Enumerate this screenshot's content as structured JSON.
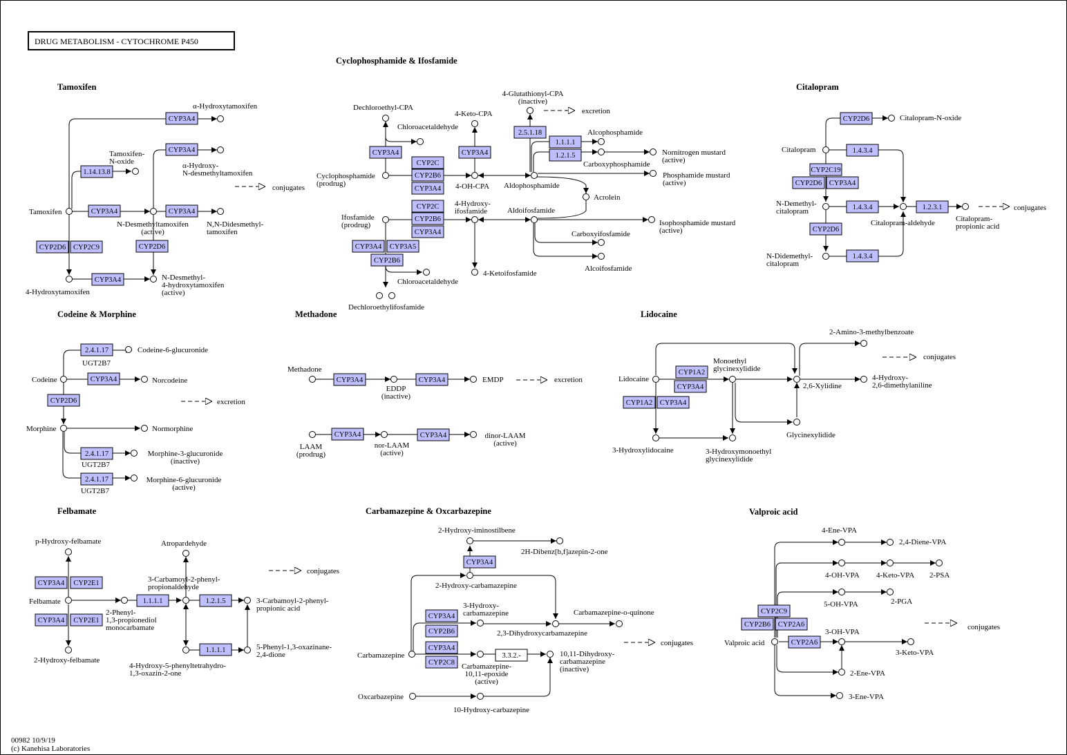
{
  "title": "DRUG  METABOLISM - CYTOCHROME P450",
  "footer": {
    "id": "00982 10/9/19",
    "copyright": "(c) Kanehisa Laboratories"
  },
  "sections": [
    {
      "name": "tamoxifen",
      "label": "Tamoxifen"
    },
    {
      "name": "cyclophosphamide",
      "label": "Cyclophosphamide & Ifosfamide"
    },
    {
      "name": "citalopram",
      "label": "Citalopram"
    },
    {
      "name": "codeine",
      "label": "Codeine & Morphine"
    },
    {
      "name": "methadone",
      "label": "Methadone"
    },
    {
      "name": "lidocaine",
      "label": "Lidocaine"
    },
    {
      "name": "felbamate",
      "label": "Felbamate"
    },
    {
      "name": "carbamazepine",
      "label": "Carbamazepine & Oxcarbazepine"
    },
    {
      "name": "valproic",
      "label": "Valproic acid"
    }
  ],
  "compounds": [
    [
      "a-hydroxytamoxifen",
      "α-Hydroxytamoxifen"
    ],
    [
      "tamoxifen-n-oxide",
      "Tamoxifen-\nN-oxide"
    ],
    [
      "a-hydroxy-n-desmethyltamoxifen",
      "α-Hydroxy-\nN-desmethyltamoxifen"
    ],
    [
      "tamoxifen",
      "Tamoxifen"
    ],
    [
      "n-desmethyltamoxifen",
      "N-Desmethyltamoxifen\n(active)"
    ],
    [
      "nn-didesmethyltamoxifen",
      "N,N-Didesmethyl-\ntamoxifen"
    ],
    [
      "4-hydroxytamoxifen",
      "4-Hydroxytamoxifen"
    ],
    [
      "n-desmethyl-4-hydroxytamoxifen",
      "N-Desmethyl-\n4-hydroxytamoxifen\n(active)"
    ],
    [
      "dechloroethyl-cpa",
      "Dechloroethyl-CPA"
    ],
    [
      "chloroacetaldehyde-1",
      "Chloroacetaldehyde"
    ],
    [
      "4-keto-cpa",
      "4-Keto-CPA"
    ],
    [
      "4-glutathionyl-cpa",
      "4-Glutathionyl-CPA\n(inactive)"
    ],
    [
      "alcophosphamide",
      "Alcophosphamide"
    ],
    [
      "carboxyphosphamide",
      "Carboxyphosphamide"
    ],
    [
      "nornitrogen-mustard",
      "Nornitrogen mustard\n(active)"
    ],
    [
      "phosphamide-mustard",
      "Phosphamide mustard\n(active)"
    ],
    [
      "cyclophosphamide",
      "Cyclophosphamide\n(prodrug)"
    ],
    [
      "4-oh-cpa",
      "4-OH-CPA"
    ],
    [
      "aldophosphamide",
      "Aldophosphamide"
    ],
    [
      "acrolein",
      "Acrolein"
    ],
    [
      "ifosfamide",
      "Ifosfamide\n(prodrug)"
    ],
    [
      "4-hydroxy-ifosfamide",
      "4-Hydroxy-\nifosfamide"
    ],
    [
      "aldoifosfamide",
      "Aldoifosfamide"
    ],
    [
      "isophosphamide-mustard",
      "Isophosphamide mustard\n(active)"
    ],
    [
      "carboxyifosfamide",
      "Carboxyifosfamide"
    ],
    [
      "alcoifosfamide",
      "Alcoifosfamide"
    ],
    [
      "4-ketoifosfamide",
      "4-Ketoifosfamide"
    ],
    [
      "chloroacetaldehyde-2",
      "Chloroacetaldehyde"
    ],
    [
      "dechloroethylifosfamide",
      "Dechloroethylifosfamide"
    ],
    [
      "citalopram-n-oxide",
      "Citalopram-N-oxide"
    ],
    [
      "citalopram",
      "Citalopram"
    ],
    [
      "n-demethylcitalopram",
      "N-Demethyl-\ncitalopram"
    ],
    [
      "citalopram-aldehyde",
      "Citalopram-aldehyde"
    ],
    [
      "citalopram-propionic-acid",
      "Citalopram-\npropionic acid"
    ],
    [
      "n-didemethylcitalopram",
      "N-Didemethyl-\ncitalopram"
    ],
    [
      "codeine-6-glucuronide",
      "Codeine-6-glucuronide"
    ],
    [
      "codeine",
      "Codeine"
    ],
    [
      "norcodeine",
      "Norcodeine"
    ],
    [
      "morphine",
      "Morphine"
    ],
    [
      "normorphine",
      "Normorphine"
    ],
    [
      "morphine-3-glucuronide",
      "Morphine-3-glucuronide\n(inactive)"
    ],
    [
      "morphine-6-glucuronide",
      "Morphine-6-glucuronide\n(active)"
    ],
    [
      "methadone",
      "Methadone"
    ],
    [
      "eddp",
      "EDDP\n(inactive)"
    ],
    [
      "emdp",
      "EMDP"
    ],
    [
      "laam",
      "LAAM\n(prodrug)"
    ],
    [
      "nor-laam",
      "nor-LAAM\n(active)"
    ],
    [
      "dinor-laam",
      "dinor-LAAM\n(active)"
    ],
    [
      "2-amino-3-methylbenzoate",
      "2-Amino-3-methylbenzoate"
    ],
    [
      "lidocaine",
      "Lidocaine"
    ],
    [
      "monoethylglycinexylidide",
      "Monoethyl\nglycinexylidide"
    ],
    [
      "2-6-xylidine",
      "2,6-Xylidine"
    ],
    [
      "4-hydroxy-2-6-dimethylaniline",
      "4-Hydroxy-\n2,6-dimethylaniline"
    ],
    [
      "glycinexylidide",
      "Glycinexylidide"
    ],
    [
      "3-hydroxylidocaine",
      "3-Hydroxylidocaine"
    ],
    [
      "3-hydroxymonoethylglycinexylidide",
      "3-Hydroxymonoethyl\nglycinexylidide"
    ],
    [
      "p-hydroxy-felbamate",
      "p-Hydroxy-felbamate"
    ],
    [
      "atropardehyde",
      "Atropardehyde"
    ],
    [
      "3-carbamoyl-2-phenylpropionaldehyde",
      "3-Carbamoyl-2-phenyl-\npropionaldehyde"
    ],
    [
      "felbamate",
      "Felbamate"
    ],
    [
      "2-phenyl-propionediol-monocarbamate",
      "2-Phenyl-\n1,3-propionediol\nmonocarbamate"
    ],
    [
      "3-carbamoyl-2-phenylpropionic-acid",
      "3-Carbamoyl-2-phenyl-\npropionic acid"
    ],
    [
      "2-hydroxy-felbamate",
      "2-Hydroxy-felbamate"
    ],
    [
      "4-hydroxy-5-phenyltetrahydro-oxazinone",
      "4-Hydroxy-5-phenyltetrahydro-\n1,3-oxazin-2-one"
    ],
    [
      "5-phenyl-oxazinane-dione",
      "5-Phenyl-1,3-oxazinane-\n2,4-dione"
    ],
    [
      "2-hydroxy-iminostilbene",
      "2-Hydroxy-iminostilbene"
    ],
    [
      "2h-dibenzazepinone",
      "2H-Dibenz[b,f]azepin-2-one"
    ],
    [
      "2-hydroxy-carbamazepine",
      "2-Hydroxy-carbamazepine"
    ],
    [
      "3-hydroxy-carbamazepine",
      "3-Hydroxy-\ncarbamazepine"
    ],
    [
      "carbamazepine-o-quinone",
      "Carbamazepine-o-quinone"
    ],
    [
      "2-3-dihydroxycarbamazepine",
      "2,3-Dihydroxycarbamazepine"
    ],
    [
      "carbamazepine",
      "Carbamazepine"
    ],
    [
      "carbamazepine-epoxide",
      "Carbamazepine-\n10,11-epoxide\n(active)"
    ],
    [
      "dihydroxy-carbamazepine",
      "10,11-Dihydroxy-\ncarbamazepine\n(inactive)"
    ],
    [
      "oxcarbazepine",
      "Oxcarbazepine"
    ],
    [
      "10-hydroxy-carbazepine",
      "10-Hydroxy-carbazepine"
    ],
    [
      "4-ene-vpa",
      "4-Ene-VPA"
    ],
    [
      "2-4-diene-vpa",
      "2,4-Diene-VPA"
    ],
    [
      "4-oh-vpa",
      "4-OH-VPA"
    ],
    [
      "4-keto-vpa",
      "4-Keto-VPA"
    ],
    [
      "2-psa",
      "2-PSA"
    ],
    [
      "5-oh-vpa",
      "5-OH-VPA"
    ],
    [
      "2-pga",
      "2-PGA"
    ],
    [
      "3-oh-vpa",
      "3-OH-VPA"
    ],
    [
      "valproic-acid",
      "Valproic acid"
    ],
    [
      "3-keto-vpa",
      "3-Keto-VPA"
    ],
    [
      "2-ene-vpa",
      "2-Ene-VPA"
    ],
    [
      "3-ene-vpa",
      "3-Ene-VPA"
    ]
  ],
  "enzymes": [
    [
      "CYP3A4",
      "blue"
    ],
    [
      "1.14.13.8",
      "blue"
    ],
    [
      "CYP3A4",
      "blue"
    ],
    [
      "CYP3A4",
      "blue"
    ],
    [
      "CYP3A4",
      "blue"
    ],
    [
      "CYP2D6",
      "blue"
    ],
    [
      "CYP2C9",
      "blue"
    ],
    [
      "CYP2D6",
      "blue"
    ],
    [
      "CYP3A4",
      "blue"
    ],
    [
      "CYP3A4",
      "blue"
    ],
    [
      "CYP2C",
      "blue"
    ],
    [
      "CYP2B6",
      "blue"
    ],
    [
      "CYP3A4",
      "blue"
    ],
    [
      "CYP3A4",
      "blue"
    ],
    [
      "2.5.1.18",
      "blue"
    ],
    [
      "1.1.1.1",
      "blue"
    ],
    [
      "1.2.1.5",
      "blue"
    ],
    [
      "CYP2C",
      "blue"
    ],
    [
      "CYP2B6",
      "blue"
    ],
    [
      "CYP3A4",
      "blue"
    ],
    [
      "CYP3A4",
      "blue"
    ],
    [
      "CYP3A5",
      "blue"
    ],
    [
      "CYP2B6",
      "blue"
    ],
    [
      "CYP2D6",
      "blue"
    ],
    [
      "1.4.3.4",
      "blue"
    ],
    [
      "CYP2C19",
      "blue"
    ],
    [
      "CYP2D6",
      "blue"
    ],
    [
      "CYP3A4",
      "blue"
    ],
    [
      "1.4.3.4",
      "blue"
    ],
    [
      "1.2.3.1",
      "blue"
    ],
    [
      "CYP2D6",
      "blue"
    ],
    [
      "1.4.3.4",
      "blue"
    ],
    [
      "2.4.1.17",
      "blue"
    ],
    [
      "CYP3A4",
      "blue"
    ],
    [
      "CYP2D6",
      "blue"
    ],
    [
      "2.4.1.17",
      "blue"
    ],
    [
      "2.4.1.17",
      "blue"
    ],
    [
      "CYP3A4",
      "blue"
    ],
    [
      "CYP3A4",
      "blue"
    ],
    [
      "CYP3A4",
      "blue"
    ],
    [
      "CYP3A4",
      "blue"
    ],
    [
      "CYP1A2",
      "blue"
    ],
    [
      "CYP3A4",
      "blue"
    ],
    [
      "CYP1A2",
      "blue"
    ],
    [
      "CYP3A4",
      "blue"
    ],
    [
      "CYP3A4",
      "blue"
    ],
    [
      "CYP2E1",
      "blue"
    ],
    [
      "CYP3A4",
      "blue"
    ],
    [
      "CYP2E1",
      "blue"
    ],
    [
      "1.1.1.1",
      "blue"
    ],
    [
      "1.2.1.5",
      "blue"
    ],
    [
      "1.1.1.1",
      "blue"
    ],
    [
      "CYP3A4",
      "blue"
    ],
    [
      "CYP3A4",
      "blue"
    ],
    [
      "CYP2B6",
      "blue"
    ],
    [
      "CYP3A4",
      "blue"
    ],
    [
      "CYP2C8",
      "blue"
    ],
    [
      "3.3.2.-",
      "white"
    ],
    [
      "CYP2C9",
      "blue"
    ],
    [
      "CYP2B6",
      "blue"
    ],
    [
      "CYP2A6",
      "blue"
    ],
    [
      "CYP2A6",
      "blue"
    ]
  ],
  "notes": [
    "conjugates",
    "excretion",
    "conjugates",
    "excretion",
    "excretion",
    "conjugates",
    "conjugates",
    "conjugates",
    "conjugates",
    "UGT2B7",
    "UGT2B7",
    "UGT2B7"
  ],
  "colors": {
    "enzyme_fill": "#bfbfff",
    "line": "#000000",
    "background": "#ffffff"
  }
}
